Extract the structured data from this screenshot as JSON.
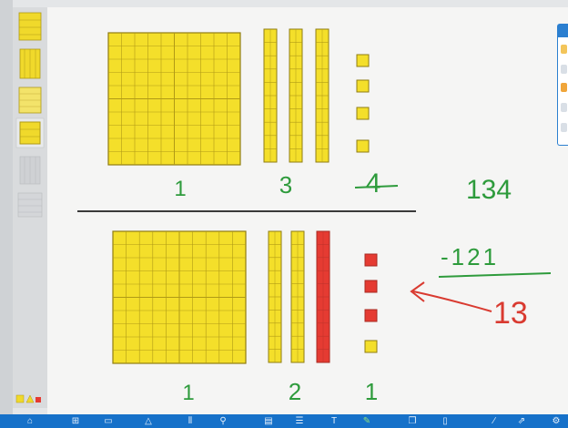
{
  "problem": {
    "top_digits": [
      "1",
      "3",
      "4"
    ],
    "top_total": "134",
    "subtrahend": "-121",
    "result": "13",
    "bottom_digits": [
      "1",
      "2",
      "1"
    ]
  },
  "sidebar": {
    "tiles": [
      {
        "name": "thousand-cube",
        "label": ""
      },
      {
        "name": "hundred-flat",
        "label": ""
      },
      {
        "name": "ten-rod",
        "label": ""
      },
      {
        "name": "unit-cube",
        "label": ""
      },
      {
        "name": "tenth-rod",
        "label": ""
      },
      {
        "name": "hundredth-flat",
        "label": ""
      }
    ]
  },
  "toolbar": {
    "icons": [
      "home-icon",
      "grid-icon",
      "ruler-icon",
      "shape-icon",
      "columns-icon",
      "zoom-icon",
      "layout-icon",
      "list-icon",
      "text-icon",
      "pen-icon",
      "copy-icon",
      "trash-icon",
      "brush-icon",
      "export-icon",
      "settings-icon"
    ]
  },
  "colors": {
    "yellow_block": "#f4df2a",
    "yellow_line": "#b09a16",
    "red_block": "#e53b32",
    "green_ink": "#2e9b3c",
    "red_ink": "#d93a30",
    "toolbar_blue": "#1671c9"
  }
}
